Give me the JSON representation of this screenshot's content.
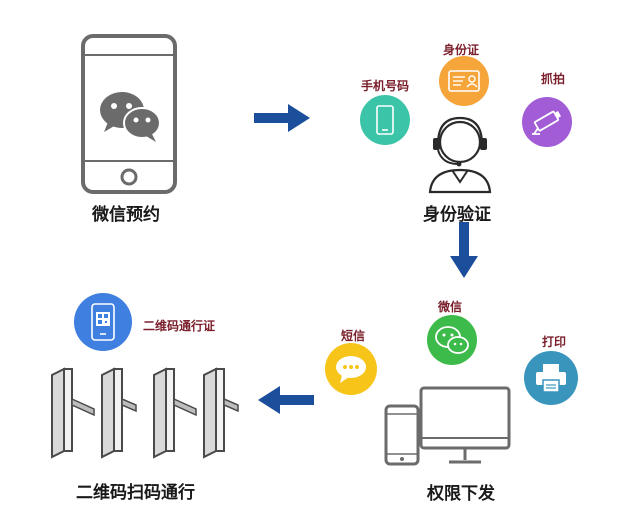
{
  "steps": {
    "wechat_booking": "微信预约",
    "identity_verification": "身份验证",
    "permission_issue": "权限下发",
    "qr_scan_pass": "二维码扫码通行"
  },
  "verification_methods": {
    "id_card": "身份证",
    "phone_number": "手机号码",
    "capture": "抓拍"
  },
  "issue_channels": {
    "wechat": "微信",
    "sms": "短信",
    "print": "打印"
  },
  "qr_pass": "二维码通行证",
  "colors": {
    "arrow": "#1b4f9c",
    "id_card_circle": "#f5a53a",
    "phone_circle": "#3cc4a8",
    "capture_circle": "#a15cd6",
    "wechat_circle": "#3dbb4a",
    "sms_circle": "#f7c51a",
    "print_circle": "#3a95bd",
    "qr_circle": "#3f7fe0"
  }
}
